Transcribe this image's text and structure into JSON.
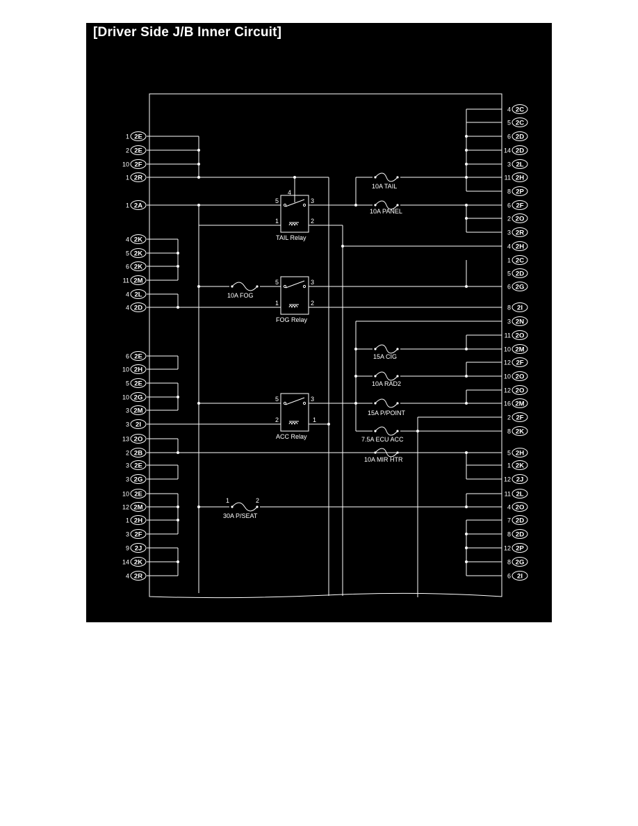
{
  "title": "[Driver Side J/B Inner Circuit]",
  "colors": {
    "background": "#000000",
    "line": "#ffffff"
  },
  "relays": [
    {
      "id": "tail",
      "name": "TAIL Relay",
      "pins": [
        "5",
        "4",
        "3",
        "1",
        "2"
      ]
    },
    {
      "id": "fog",
      "name": "FOG Relay",
      "pins": [
        "5",
        "3",
        "1",
        "2"
      ]
    },
    {
      "id": "acc",
      "name": "ACC Relay",
      "pins": [
        "5",
        "3",
        "2",
        "1"
      ]
    }
  ],
  "fuses": [
    {
      "id": "tail",
      "label": "10A TAIL"
    },
    {
      "id": "panel",
      "label": "10A PANEL"
    },
    {
      "id": "fog",
      "label": "10A FOG"
    },
    {
      "id": "cig",
      "label": "15A CIG"
    },
    {
      "id": "rad2",
      "label": "10A RAD2"
    },
    {
      "id": "ppoint",
      "label": "15A P/POINT"
    },
    {
      "id": "ecuacc",
      "label": "7.5A ECU ACC"
    },
    {
      "id": "mirhtr",
      "label": "10A MIR HTR"
    },
    {
      "id": "pseat",
      "label": "30A P/SEAT",
      "pins": [
        "1",
        "2"
      ]
    }
  ],
  "left_pins": [
    {
      "num": "1",
      "id": "2E"
    },
    {
      "num": "2",
      "id": "2E"
    },
    {
      "num": "10",
      "id": "2F"
    },
    {
      "num": "1",
      "id": "2R"
    },
    {
      "num": "1",
      "id": "2A"
    },
    {
      "num": "4",
      "id": "2K"
    },
    {
      "num": "5",
      "id": "2K"
    },
    {
      "num": "6",
      "id": "2K"
    },
    {
      "num": "11",
      "id": "2M"
    },
    {
      "num": "4",
      "id": "2L"
    },
    {
      "num": "4",
      "id": "2D"
    },
    {
      "num": "6",
      "id": "2E"
    },
    {
      "num": "10",
      "id": "2H"
    },
    {
      "num": "5",
      "id": "2E"
    },
    {
      "num": "10",
      "id": "2G"
    },
    {
      "num": "3",
      "id": "2M"
    },
    {
      "num": "3",
      "id": "2I"
    },
    {
      "num": "13",
      "id": "2O"
    },
    {
      "num": "2",
      "id": "2B"
    },
    {
      "num": "3",
      "id": "2E"
    },
    {
      "num": "3",
      "id": "2G"
    },
    {
      "num": "10",
      "id": "2E"
    },
    {
      "num": "12",
      "id": "2M"
    },
    {
      "num": "1",
      "id": "2H"
    },
    {
      "num": "3",
      "id": "2F"
    },
    {
      "num": "9",
      "id": "2J"
    },
    {
      "num": "14",
      "id": "2K"
    },
    {
      "num": "4",
      "id": "2R"
    }
  ],
  "right_pins": [
    {
      "num": "4",
      "id": "2C"
    },
    {
      "num": "5",
      "id": "2C"
    },
    {
      "num": "6",
      "id": "2D"
    },
    {
      "num": "14",
      "id": "2D"
    },
    {
      "num": "3",
      "id": "2L"
    },
    {
      "num": "11",
      "id": "2H"
    },
    {
      "num": "8",
      "id": "2P"
    },
    {
      "num": "6",
      "id": "2F"
    },
    {
      "num": "2",
      "id": "2O"
    },
    {
      "num": "3",
      "id": "2R"
    },
    {
      "num": "4",
      "id": "2H"
    },
    {
      "num": "1",
      "id": "2C"
    },
    {
      "num": "5",
      "id": "2D"
    },
    {
      "num": "6",
      "id": "2G"
    },
    {
      "num": "8",
      "id": "2I"
    },
    {
      "num": "3",
      "id": "2N"
    },
    {
      "num": "11",
      "id": "2O"
    },
    {
      "num": "10",
      "id": "2M"
    },
    {
      "num": "12",
      "id": "2F"
    },
    {
      "num": "10",
      "id": "2O"
    },
    {
      "num": "12",
      "id": "2O"
    },
    {
      "num": "16",
      "id": "2M"
    },
    {
      "num": "2",
      "id": "2F"
    },
    {
      "num": "8",
      "id": "2K"
    },
    {
      "num": "5",
      "id": "2H"
    },
    {
      "num": "1",
      "id": "2K"
    },
    {
      "num": "12",
      "id": "2J"
    },
    {
      "num": "11",
      "id": "2L"
    },
    {
      "num": "4",
      "id": "2O"
    },
    {
      "num": "7",
      "id": "2D"
    },
    {
      "num": "8",
      "id": "2D"
    },
    {
      "num": "12",
      "id": "2P"
    },
    {
      "num": "8",
      "id": "2G"
    },
    {
      "num": "6",
      "id": "2I"
    }
  ]
}
